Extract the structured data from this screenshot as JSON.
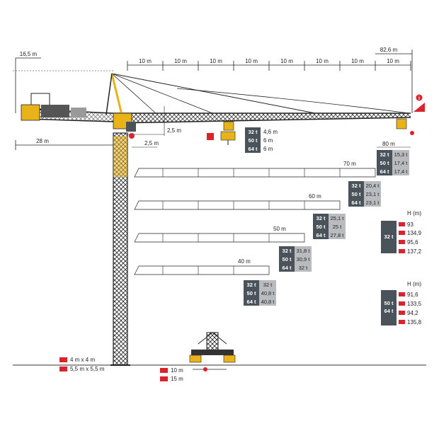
{
  "top_dims": {
    "height_left": "16,5 m",
    "max_radius": "82,6 m",
    "segments": [
      "10 m",
      "10 m",
      "10 m",
      "10 m",
      "10 m",
      "10 m",
      "10 m",
      "10 m"
    ]
  },
  "side_dims": {
    "counter_jib": "28 m",
    "d1": "2,5 m",
    "d2": "2,5 m"
  },
  "hook_capacity": [
    {
      "cap": "32 t",
      "val": "4,6 m"
    },
    {
      "cap": "50 t",
      "val": "6 m"
    },
    {
      "cap": "64 t",
      "val": "6 m"
    }
  ],
  "jib_configs": [
    {
      "length": "80 m",
      "rows": [
        {
          "cap": "32 t",
          "val": "15,3 t"
        },
        {
          "cap": "50 t",
          "val": "17,4 t"
        },
        {
          "cap": "64 t",
          "val": "17,4 t"
        }
      ]
    },
    {
      "length": "70 m",
      "rows": [
        {
          "cap": "32 t",
          "val": "20,4 t"
        },
        {
          "cap": "50 t",
          "val": "23,1 t"
        },
        {
          "cap": "64 t",
          "val": "23,1 t"
        }
      ]
    },
    {
      "length": "60 m",
      "rows": [
        {
          "cap": "32 t",
          "val": "25,1 t"
        },
        {
          "cap": "50 t",
          "val": "25 t"
        },
        {
          "cap": "64 t",
          "val": "27,8 t"
        }
      ]
    },
    {
      "length": "50 m",
      "rows": [
        {
          "cap": "32 t",
          "val": "31,8 t"
        },
        {
          "cap": "50 t",
          "val": "30,9 t"
        },
        {
          "cap": "64 t",
          "val": "32 t"
        }
      ]
    },
    {
      "length": "40 m",
      "rows": [
        {
          "cap": "32 t",
          "val": "32 t"
        },
        {
          "cap": "50 t",
          "val": "40,8 t"
        },
        {
          "cap": "64 t",
          "val": "40,8 t"
        }
      ]
    }
  ],
  "height_tables": [
    {
      "title": "H (m)",
      "caps": [
        "32 t"
      ],
      "values": [
        "93",
        "134,9",
        "95,6",
        "137,2"
      ]
    },
    {
      "title": "H (m)",
      "caps": [
        "50 t",
        "64 t"
      ],
      "values": [
        "91,6",
        "133,5",
        "94,2",
        "135,8"
      ]
    }
  ],
  "base_legend": [
    {
      "icon": "base-4x4-icon",
      "text": "4 m x 4 m"
    },
    {
      "icon": "base-5x5-icon",
      "text": "5,5 m x 5,5 m"
    }
  ],
  "travel_legend": [
    {
      "icon": "gauge-10-icon",
      "text": "10 m"
    },
    {
      "icon": "gauge-15-icon",
      "text": "15 m"
    }
  ],
  "colors": {
    "dark_box": "#4a525a",
    "light_box": "#b9bcbf",
    "crane_yellow": "#e8b21b",
    "line": "#222222",
    "accent_red": "#d9232d"
  }
}
